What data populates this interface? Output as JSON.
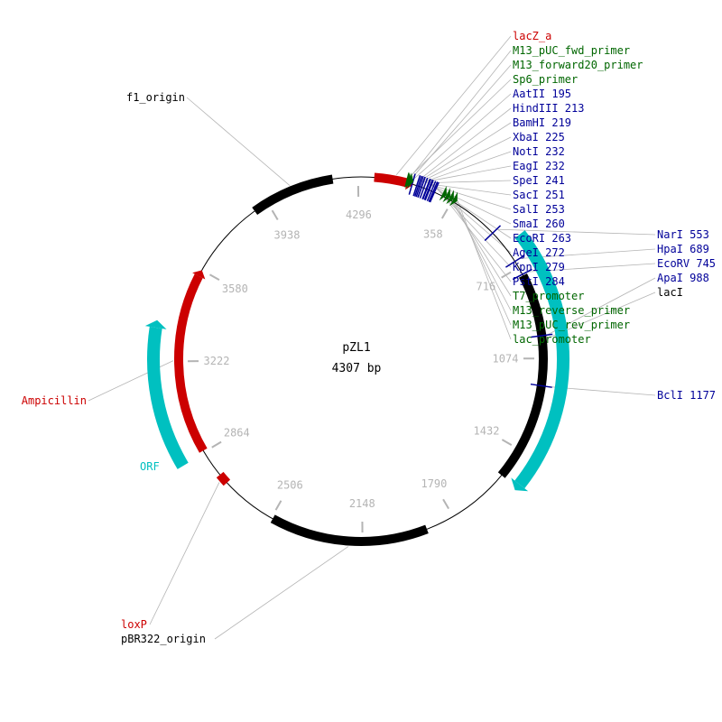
{
  "plasmid": {
    "name": "pZL1",
    "length_label": "4307 bp",
    "length": 4307
  },
  "colors": {
    "black": "#000000",
    "red": "#cc0000",
    "green": "#006600",
    "blue": "#000099",
    "cyan": "#00c0c0",
    "tick": "#b4b4b4",
    "leader": "#b4b4b4"
  },
  "ticks": [
    {
      "bp": 358,
      "label": "358"
    },
    {
      "bp": 716,
      "label": "716"
    },
    {
      "bp": 1074,
      "label": "1074"
    },
    {
      "bp": 1432,
      "label": "1432"
    },
    {
      "bp": 1790,
      "label": "1790"
    },
    {
      "bp": 2148,
      "label": "2148"
    },
    {
      "bp": 2506,
      "label": "2506"
    },
    {
      "bp": 2864,
      "label": "2864"
    },
    {
      "bp": 3222,
      "label": "3222"
    },
    {
      "bp": 3580,
      "label": "3580"
    },
    {
      "bp": 3938,
      "label": "3938"
    },
    {
      "bp": 4296,
      "label": "4296"
    }
  ],
  "features": [
    {
      "name": "lacZ_a",
      "start": 50,
      "end": 200,
      "color": "red",
      "arrow": true
    },
    {
      "name": "lacI",
      "start": 750,
      "end": 1550,
      "color": "black",
      "arrow": false
    },
    {
      "name": "pBR322_origin",
      "start": 1900,
      "end": 2500,
      "color": "black",
      "arrow": false
    },
    {
      "name": "loxP",
      "start": 2720,
      "end": 2760,
      "color": "red",
      "arrow": false
    },
    {
      "name": "Ampicillin",
      "start": 2870,
      "end": 3580,
      "color": "red",
      "arrow": true
    },
    {
      "name": "f1_origin",
      "start": 3880,
      "end": 4200,
      "color": "black",
      "arrow": false
    }
  ],
  "orfs": [
    {
      "name": "ORF",
      "start": 620,
      "end": 1560
    },
    {
      "name": "ORF",
      "start": 2860,
      "end": 3360
    }
  ],
  "primers": [
    {
      "name": "M13_pUC_fwd_primer",
      "bp": 180
    },
    {
      "name": "M13_forward20_primer",
      "bp": 187
    },
    {
      "name": "Sp6_primer",
      "bp": 176
    },
    {
      "name": "T7_promoter",
      "bp": 320
    },
    {
      "name": "M13_reverse_primer",
      "bp": 335
    },
    {
      "name": "M13_pUC_rev_primer",
      "bp": 350
    },
    {
      "name": "lac_promoter",
      "bp": 365
    }
  ],
  "right_labels": [
    {
      "text": "lacZ_a",
      "color": "red",
      "bp": 130
    },
    {
      "text": "M13_pUC_fwd_primer",
      "color": "green",
      "bp": 180
    },
    {
      "text": "M13_forward20_primer",
      "color": "green",
      "bp": 187
    },
    {
      "text": "Sp6_primer",
      "color": "green",
      "bp": 176
    },
    {
      "text": "AatII 195",
      "color": "blue",
      "bp": 195
    },
    {
      "text": "HindIII 213",
      "color": "blue",
      "bp": 213
    },
    {
      "text": "BamHI 219",
      "color": "blue",
      "bp": 219
    },
    {
      "text": "XbaI 225",
      "color": "blue",
      "bp": 225
    },
    {
      "text": "NotI 232",
      "color": "blue",
      "bp": 232
    },
    {
      "text": "EagI 232",
      "color": "blue",
      "bp": 232
    },
    {
      "text": "SpeI 241",
      "color": "blue",
      "bp": 241
    },
    {
      "text": "SacI 251",
      "color": "blue",
      "bp": 251
    },
    {
      "text": "SalI 253",
      "color": "blue",
      "bp": 253
    },
    {
      "text": "SmaI 260",
      "color": "blue",
      "bp": 260
    },
    {
      "text": "EcoRI 263",
      "color": "blue",
      "bp": 263
    },
    {
      "text": "AgeI 272",
      "color": "blue",
      "bp": 272
    },
    {
      "text": "KpnI 279",
      "color": "blue",
      "bp": 279
    },
    {
      "text": "PstI 284",
      "color": "blue",
      "bp": 284
    },
    {
      "text": "T7_promoter",
      "color": "green",
      "bp": 320
    },
    {
      "text": "M13_reverse_primer",
      "color": "green",
      "bp": 335
    },
    {
      "text": "M13_pUC_rev_primer",
      "color": "green",
      "bp": 350
    },
    {
      "text": "lac_promoter",
      "color": "green",
      "bp": 365
    }
  ],
  "side_labels": [
    {
      "text": "NarI 553",
      "color": "blue",
      "bp": 553
    },
    {
      "text": "HpaI 689",
      "color": "blue",
      "bp": 689
    },
    {
      "text": "EcoRV 745",
      "color": "blue",
      "bp": 745
    },
    {
      "text": "ApaI 988",
      "color": "blue",
      "bp": 988
    },
    {
      "text": "lacI",
      "color": "black",
      "bp": 1000
    },
    {
      "text": "BclI 1177",
      "color": "blue",
      "bp": 1177
    }
  ],
  "left_labels": [
    {
      "text": "f1_origin",
      "color": "black",
      "bp": 4040
    },
    {
      "text": "Ampicillin",
      "color": "red",
      "bp": 3225
    },
    {
      "text": "ORF",
      "color": "cyan",
      "bp": 3100
    },
    {
      "text": "loxP",
      "color": "red",
      "bp": 2740
    },
    {
      "text": "pBR322_origin",
      "color": "black",
      "bp": 2200
    }
  ]
}
